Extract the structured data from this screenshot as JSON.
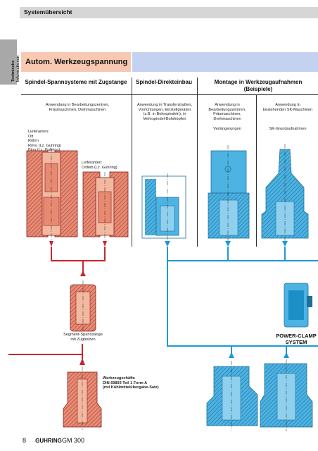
{
  "header": {
    "title": "Systemübersicht"
  },
  "side_tab": {
    "line1": "Technische",
    "line2": "Informationen"
  },
  "section_title": "Autom. Werkzeugspannung",
  "columns": {
    "col1": "Spindel-Spannsysteme mit Zugstange",
    "col2": "Spindel-Direkteinbau",
    "col3_line1": "Montage in Werkzeugaufnahmen",
    "col3_line2": "(Beispiele)"
  },
  "descriptions": {
    "d1_l1": "Anwendung in Bearbeitungszentren,",
    "d1_l2": "Fräsmaschinen, Drehmaschinen",
    "d2_l1": "Anwendung in Transferstraßen,",
    "d2_l2": "Vorrichtungen, Einstellgeräten",
    "d2_l3": "(z.B. in Bohrspindeln), in",
    "d2_l4": "Mehrspindel-Bohrköpfen",
    "d3_l1": "Anwendung in",
    "d3_l2": "Bearbeitungszentren,",
    "d3_l3": "Fräsmaschinen,",
    "d3_l4": "Drehmaschinen",
    "d4_l1": "Anwendung in",
    "d4_l2": "bestehenden SK-Maschinen",
    "d5": "Verlängerungen",
    "d6": "SK-Grundaufnahmen"
  },
  "suppliers1": {
    "l1": "Lieferanten:",
    "l2": "Ott",
    "l3": "Röhm",
    "l4": "Rövo (Lz. Guhring)",
    "l5": "Bino (Lz. Guhring)"
  },
  "suppliers2": {
    "l1": "Lieferanten:",
    "l2": "Ortlieb (Lz. Guhring)"
  },
  "segment": {
    "l1": "Segment-Spannzange",
    "l2": "mit Zugbolzen"
  },
  "power_clamp": {
    "l1": "POWER-CLAMP",
    "l2": "SYSTEM"
  },
  "toolshank": {
    "l1": "Werkzeugschäfte",
    "l2": "DIN 69893 Teil 1 Form A",
    "l3": "(mit Kühlmittelübergabe-Satz)"
  },
  "footer": {
    "page": "8",
    "brand": "GUHRING",
    "catalog": "GM 300"
  },
  "colors": {
    "red": "#c8262f",
    "salmon": "#f8c9b2",
    "blue": "#1b9ad6",
    "lightblue": "#c4d1ef",
    "grey": "#d6d6d6"
  }
}
